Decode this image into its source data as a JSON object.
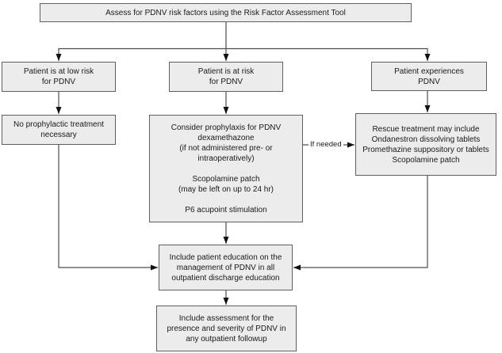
{
  "diagram": {
    "boxes": {
      "assess": "Assess for PDNV risk factors using the Risk Factor Assessment Tool",
      "low_risk": "Patient is at low risk\nfor PDNV",
      "at_risk": "Patient is at risk\nfor PDNV",
      "experiences": "Patient experiences\nPDNV",
      "no_prophylaxis": "No prophylactic treatment\nnecessary",
      "prophylaxis": "Consider prophylaxis for PDNV\ndexamethazone\n(if not administered pre- or\nintraoperatively)\n\nScopolamine patch\n(may be left on up to 24 hr)\n\nP6 acupoint stimulation",
      "rescue": "Rescue treatment may include\nOndanestron dissolving tablets\nPromethazine suppository or tablets\nScopolamine patch",
      "education": "Include patient education on the\nmanagement of PDNV in all\noutpatient discharge education",
      "followup": "Include assessment for the\npresence and severity of PDNV in\nany outpatient followup"
    },
    "labels": {
      "if_needed": "If needed"
    },
    "colors": {
      "box_fill": "#ececec",
      "box_border": "#5f5f5f",
      "connector": "#4d4d4d",
      "arrowhead": "#111111",
      "text": "#1a1a1a",
      "background": "#ffffff"
    }
  }
}
